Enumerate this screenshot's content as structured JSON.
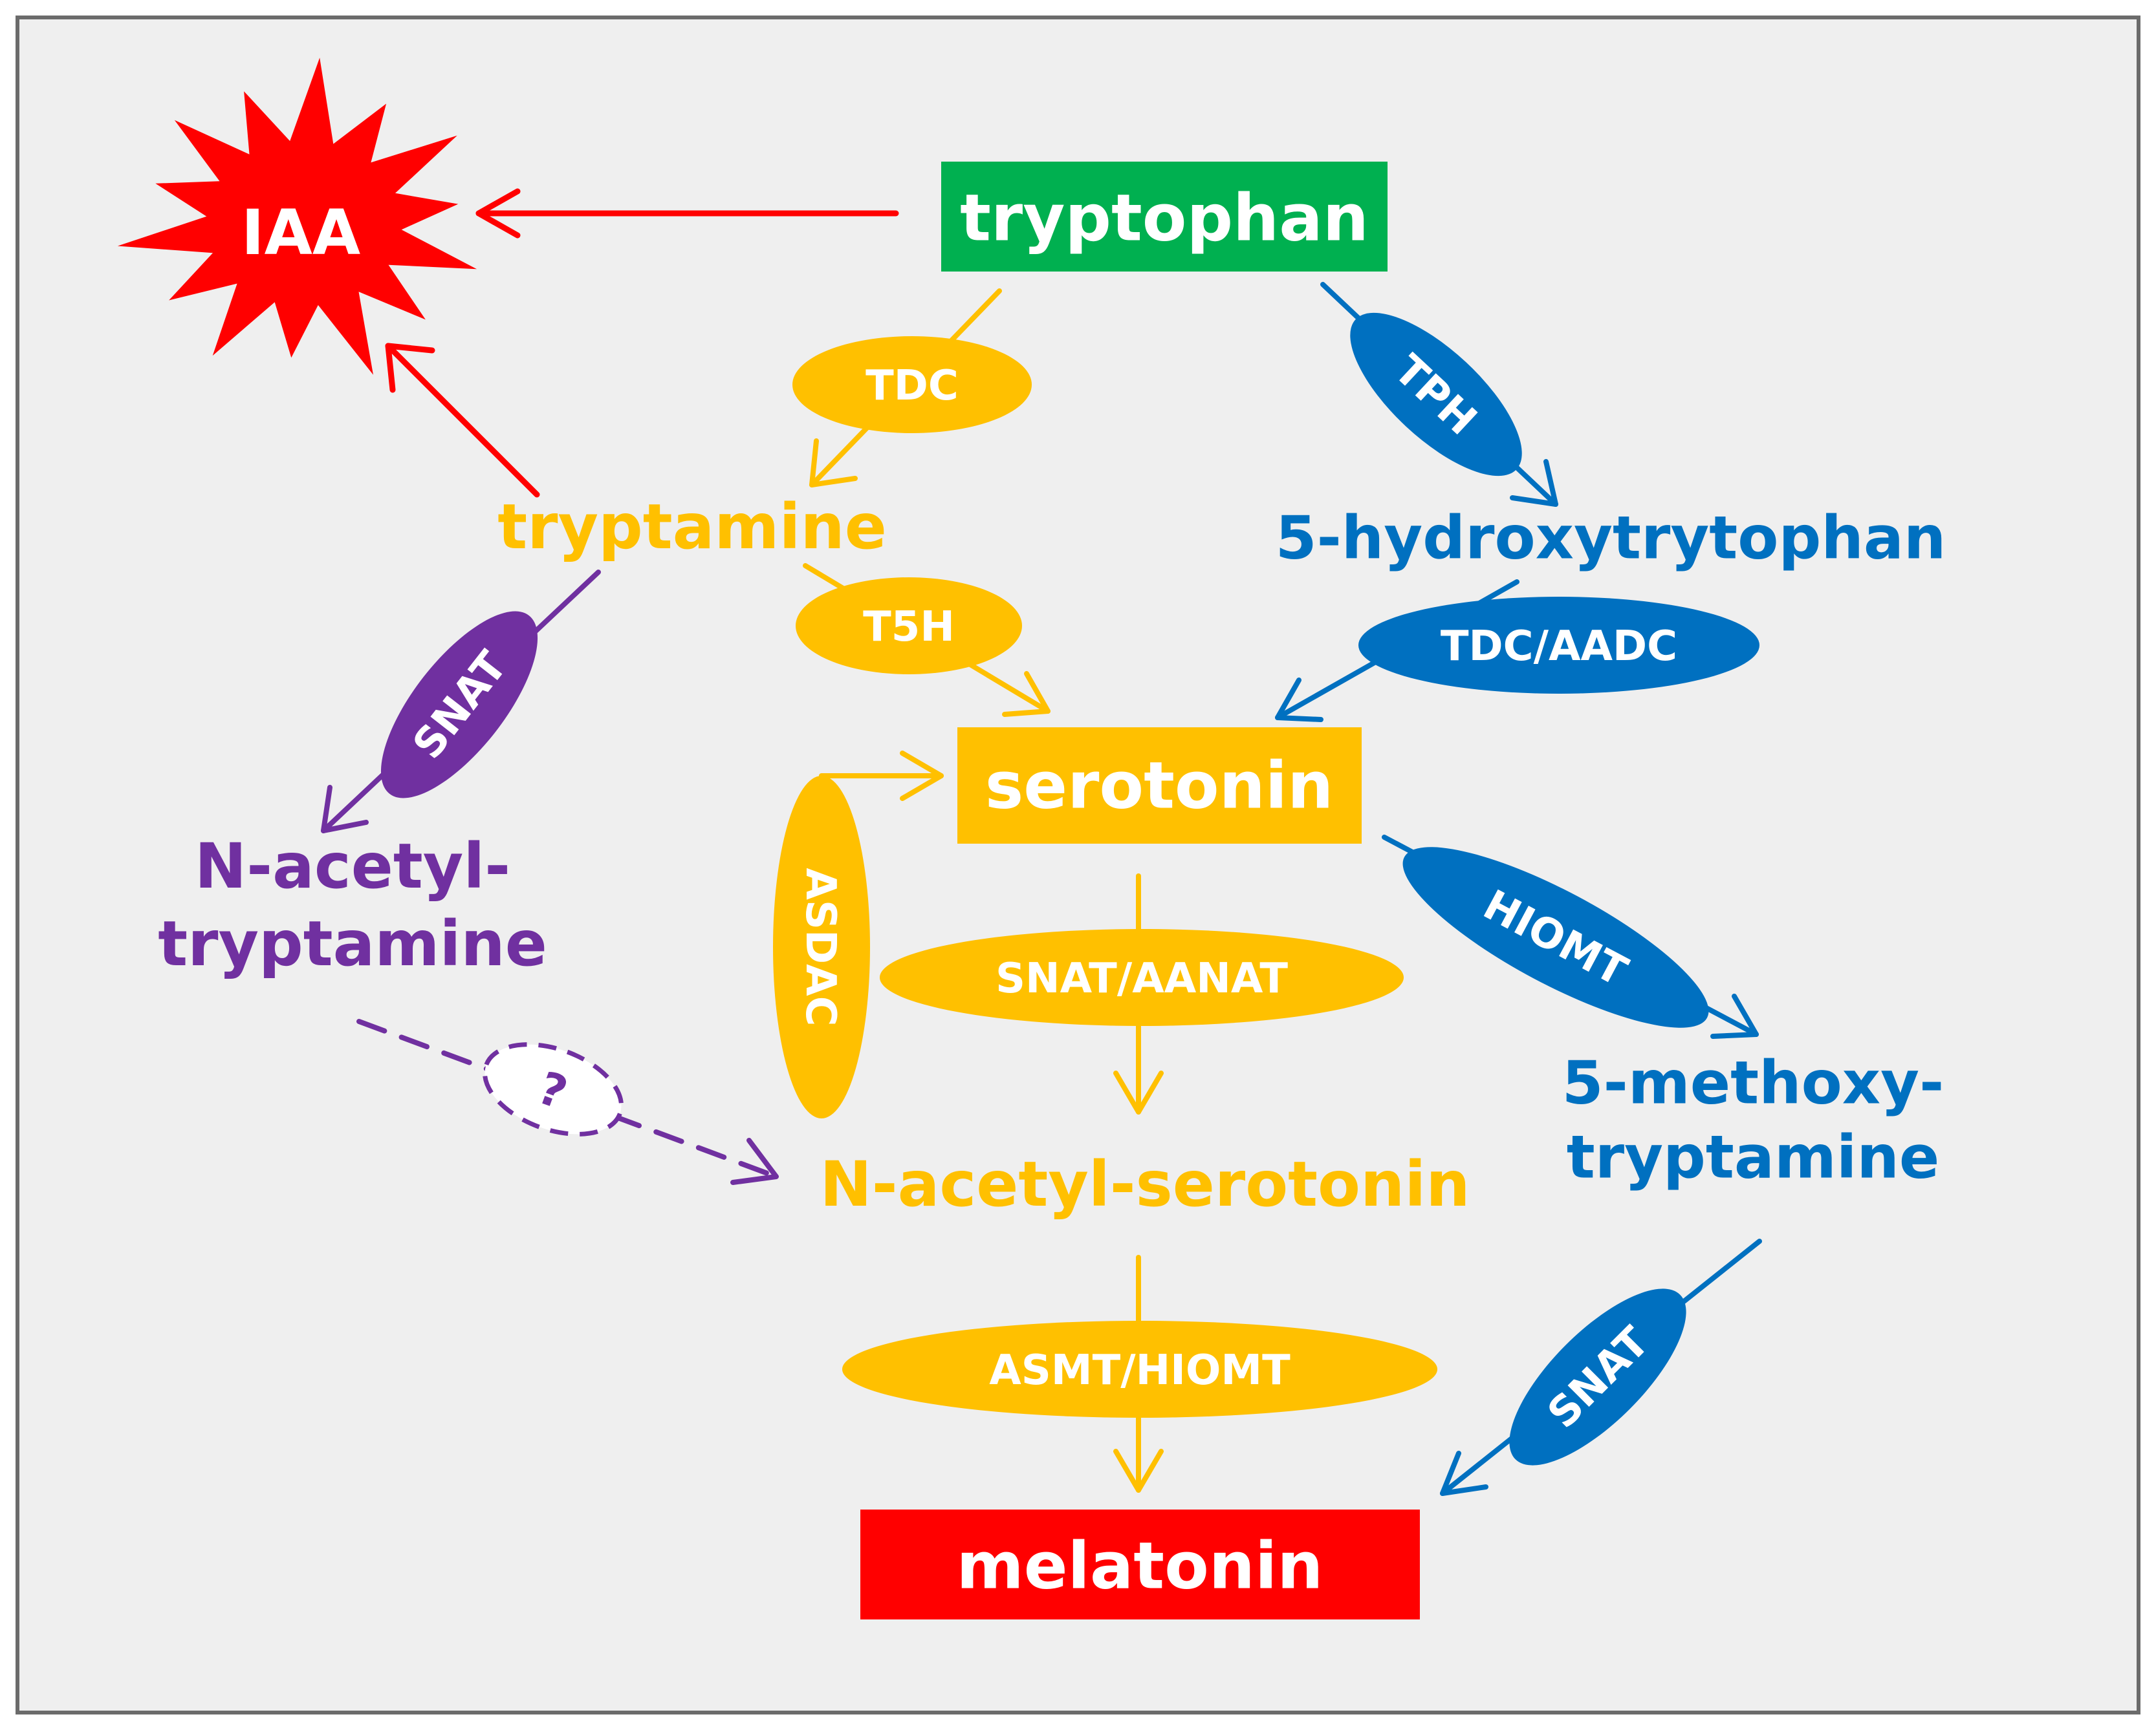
{
  "colors": {
    "background": "#efefef",
    "border": "#6b6b6b",
    "green": "#00b050",
    "yellow": "#ffc000",
    "blue": "#0070c0",
    "purple": "#7030a0",
    "red": "#ff0000",
    "white": "#ffffff"
  },
  "compounds": {
    "iaa": "IAA",
    "tryptophan": "tryptophan",
    "tryptamine": "tryptamine",
    "hydroxytryptophan": "5-hydroxytrytophan",
    "serotonin": "serotonin",
    "n_acetyl_tryptamine_line1": "N-acetyl-",
    "n_acetyl_tryptamine_line2": "tryptamine",
    "n_acetyl_serotonin": "N-acetyl-serotonin",
    "methoxytryptamine_line1": "5-methoxy-",
    "methoxytryptamine_line2": "tryptamine",
    "melatonin": "melatonin"
  },
  "enzymes": {
    "tdc": "TDC",
    "tph": "TPH",
    "t5h": "T5H",
    "tdc_aadc": "TDC/AADC",
    "snat_purple": "SNAT",
    "asdac": "ASDAC",
    "snat_aanat": "SNAT/AANAT",
    "hiomt": "HIOMT",
    "asmt_hiomt": "ASMT/HIOMT",
    "snat_blue": "SNAT",
    "unknown": "?"
  }
}
